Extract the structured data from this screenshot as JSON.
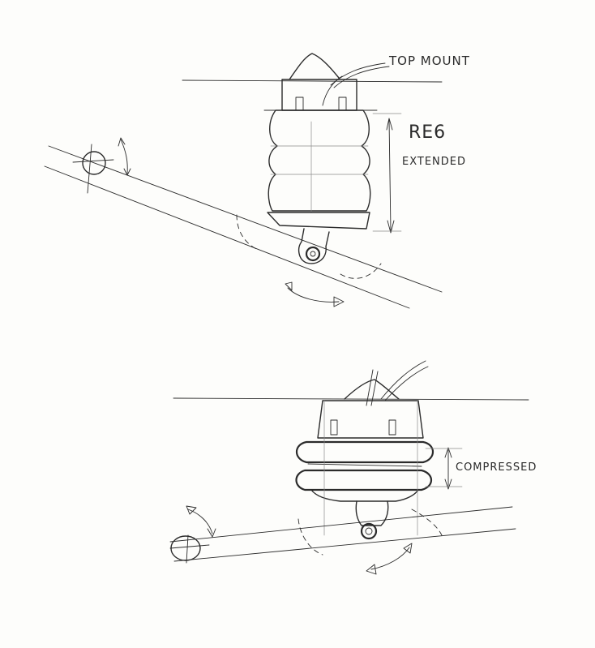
{
  "labels": {
    "top_mount": "TOP MOUNT",
    "model": "RE6",
    "extended": "EXTENDED",
    "compressed": "COMPRESSED"
  },
  "colors": {
    "paper": "#fdfdfb",
    "ink": "#2b2b2b"
  }
}
